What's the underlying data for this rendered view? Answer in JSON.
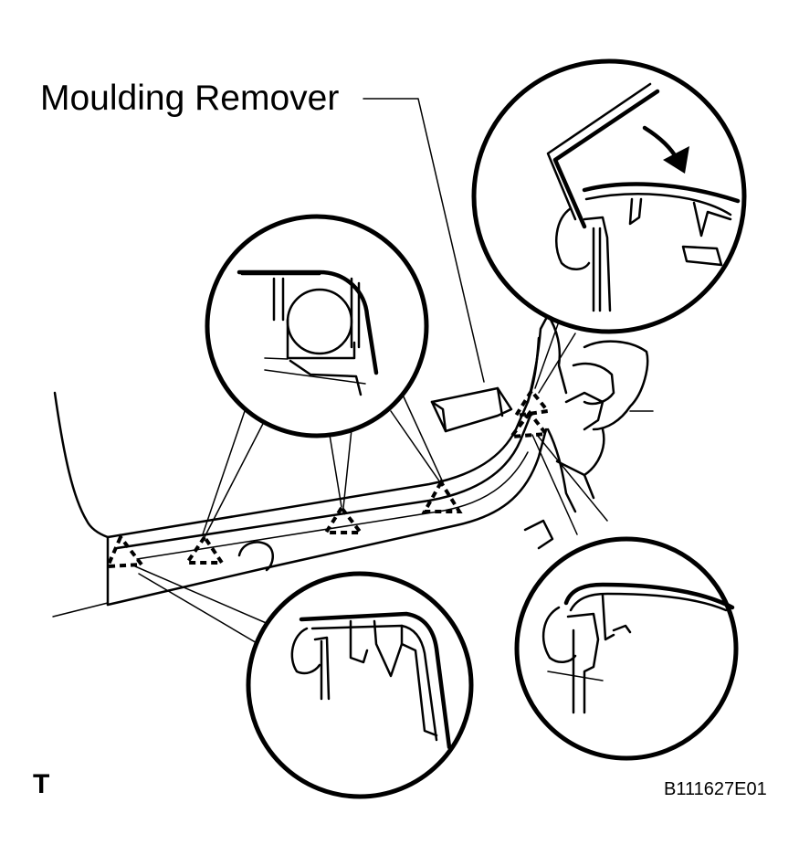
{
  "labels": {
    "tool": "Moulding Remover",
    "code": "B111627E01",
    "corner": "T"
  },
  "colors": {
    "ink": "#000000",
    "paper": "#ffffff"
  }
}
